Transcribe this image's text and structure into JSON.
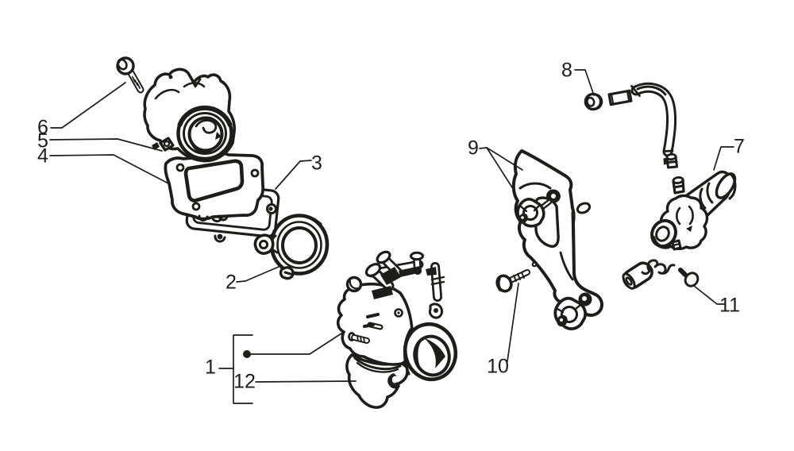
{
  "diagram": {
    "background_color": "#ffffff",
    "line_color": "#1d1d1b"
  },
  "callouts": [
    {
      "number": "1"
    },
    {
      "number": "2"
    },
    {
      "number": "3"
    },
    {
      "number": "4"
    },
    {
      "number": "5"
    },
    {
      "number": "6"
    },
    {
      "number": "7"
    },
    {
      "number": "8"
    },
    {
      "number": "9"
    },
    {
      "number": "10"
    },
    {
      "number": "11"
    },
    {
      "number": "12"
    }
  ]
}
